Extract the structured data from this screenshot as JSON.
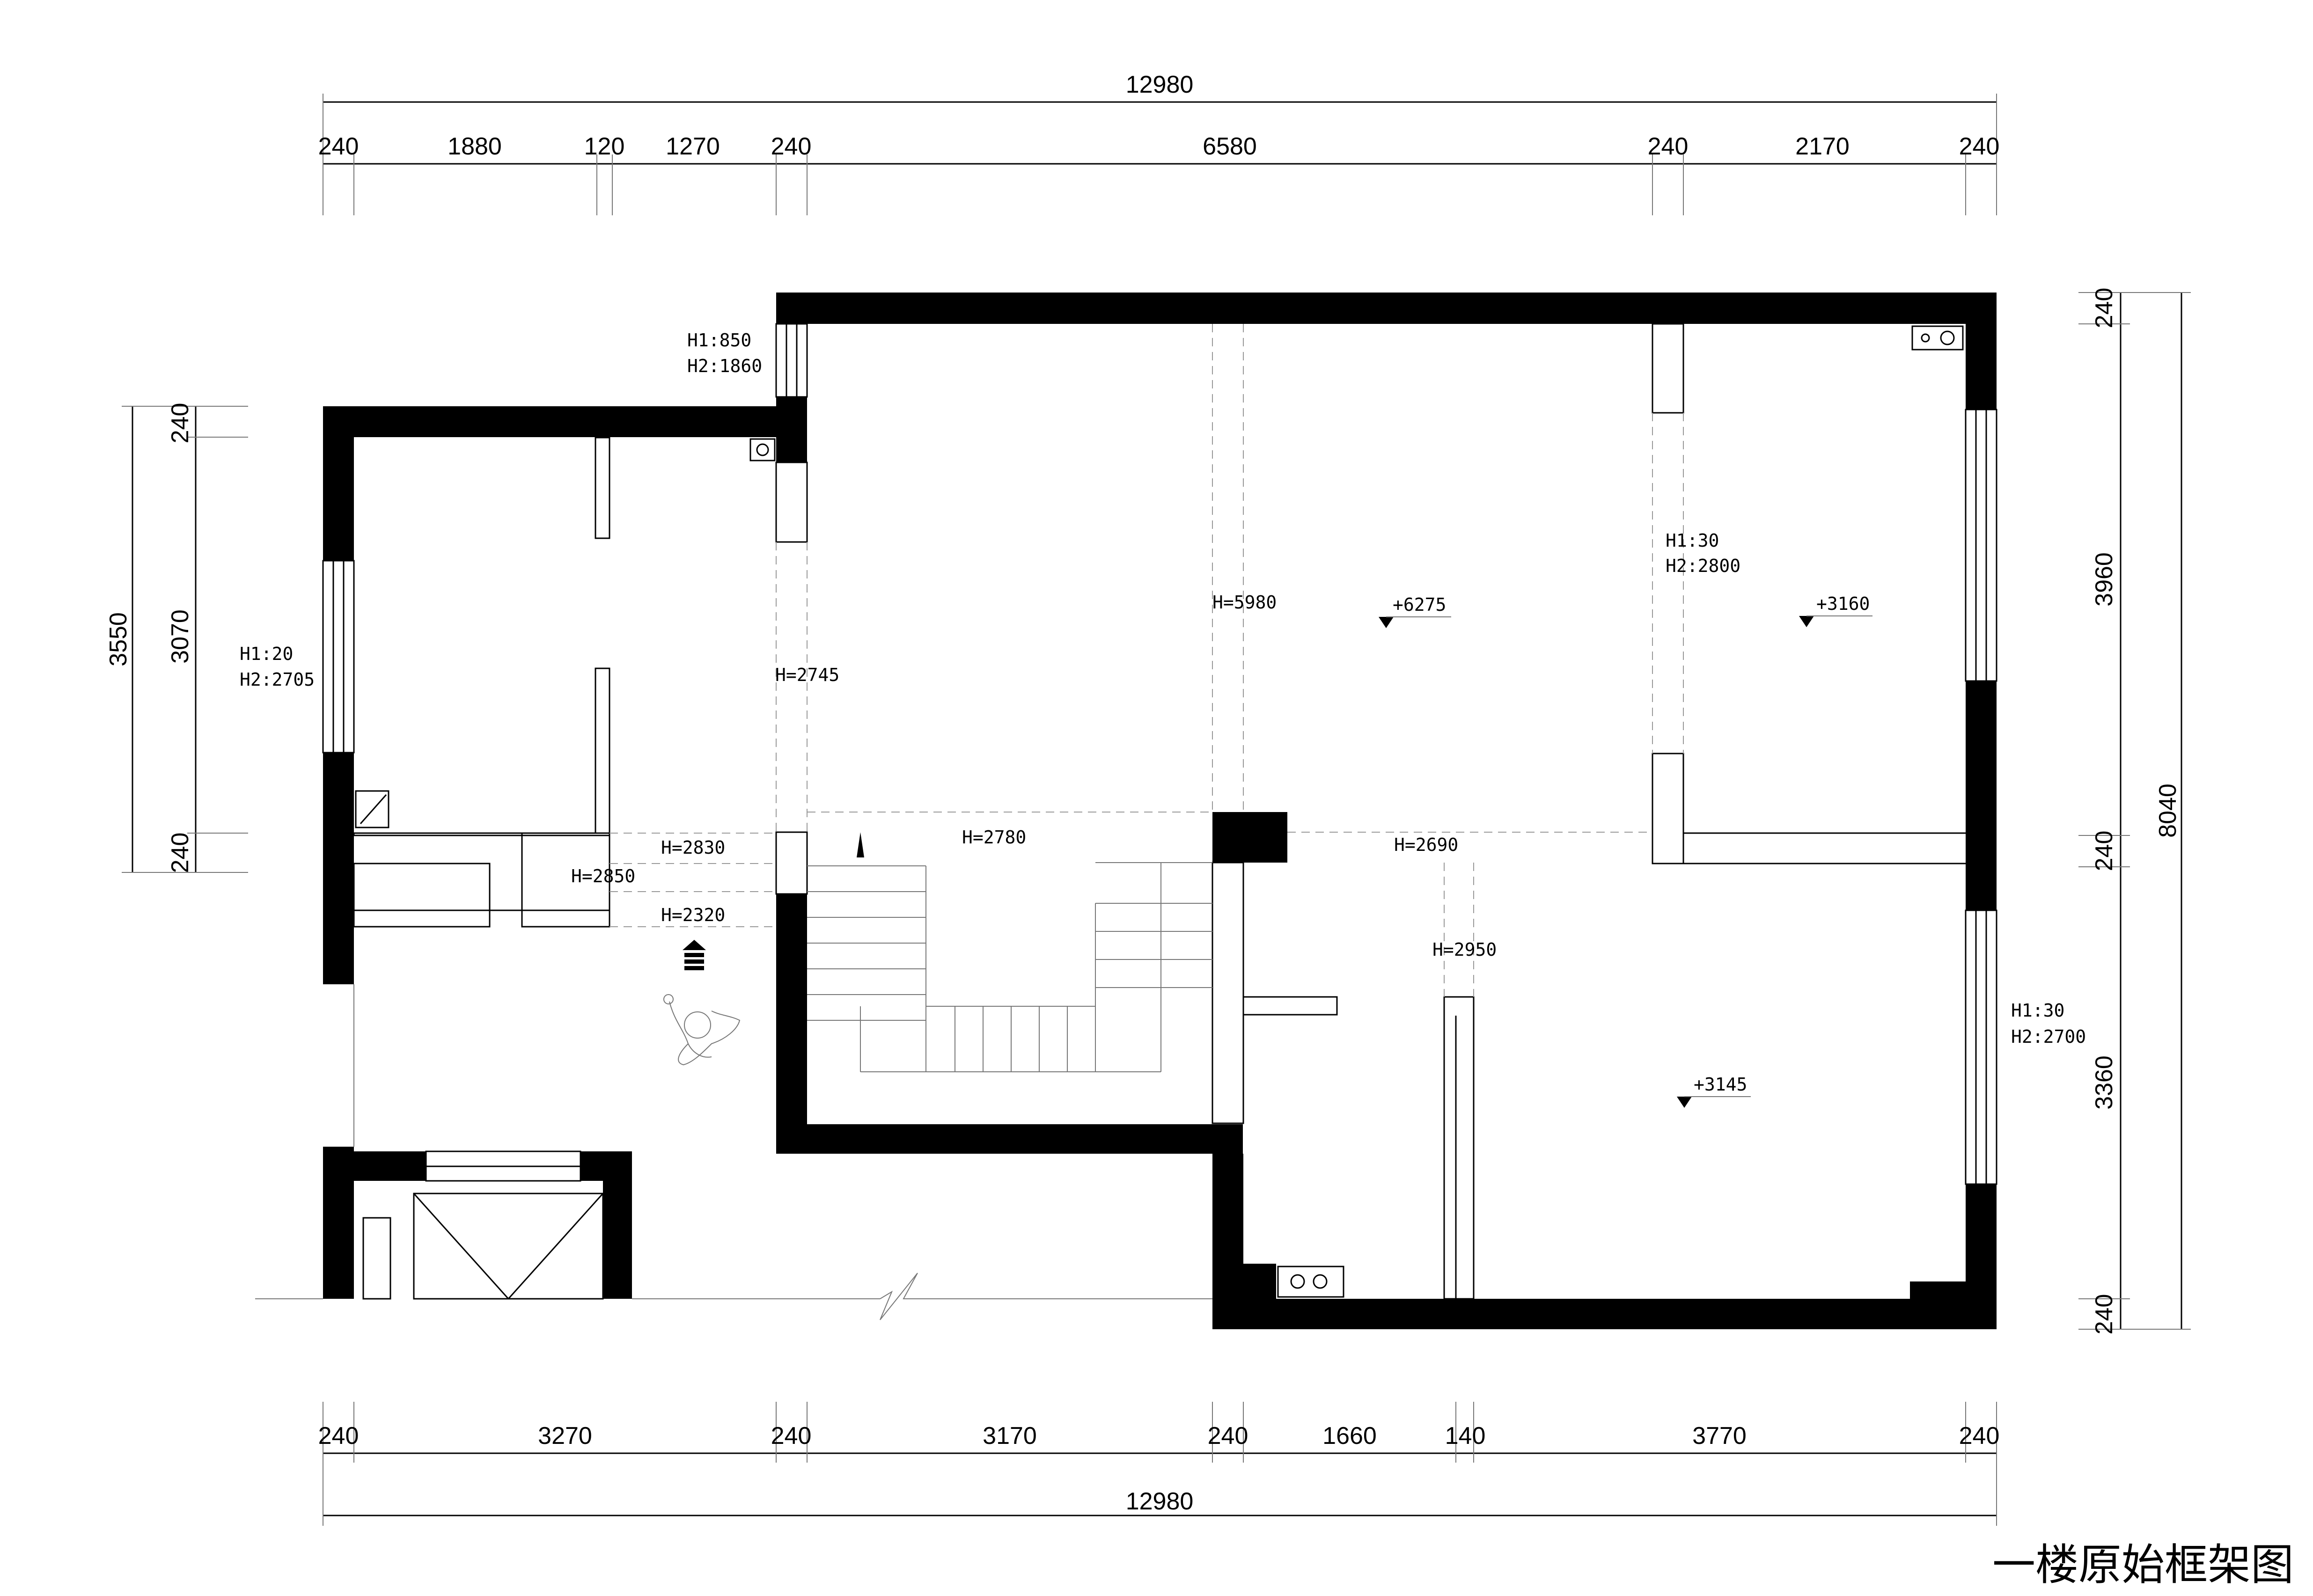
{
  "title": "一楼原始框架图",
  "dimensions": {
    "top_total": "12980",
    "top_segments": [
      "240",
      "1880",
      "120",
      "1270",
      "240",
      "6580",
      "240",
      "2170",
      "240"
    ],
    "bottom_total": "12980",
    "bottom_segments": [
      "240",
      "3270",
      "240",
      "3170",
      "240",
      "1660",
      "140",
      "3770",
      "240"
    ],
    "left_outer": "3550",
    "left_inner": [
      "240",
      "3070",
      "240"
    ],
    "right_outer": "8040",
    "right_inner": [
      "240",
      "3960",
      "240",
      "3360",
      "240"
    ]
  },
  "annotations": {
    "window_left": [
      "H1:20",
      "H2:2705"
    ],
    "window_top": [
      "H1:850",
      "H2:1860"
    ],
    "window_mid": [
      "H1:30",
      "H2:2800"
    ],
    "window_right": [
      "H1:30",
      "H2:2700"
    ],
    "h2745": "H=2745",
    "h5980": "H=5980",
    "h2830": "H=2830",
    "h2850": "H=2850",
    "h2320": "H=2320",
    "h2780": "H=2780",
    "h2690": "H=2690",
    "h2950": "H=2950"
  },
  "elevations": {
    "living": "+6275",
    "room_ne": "+3160",
    "room_se": "+3145"
  }
}
